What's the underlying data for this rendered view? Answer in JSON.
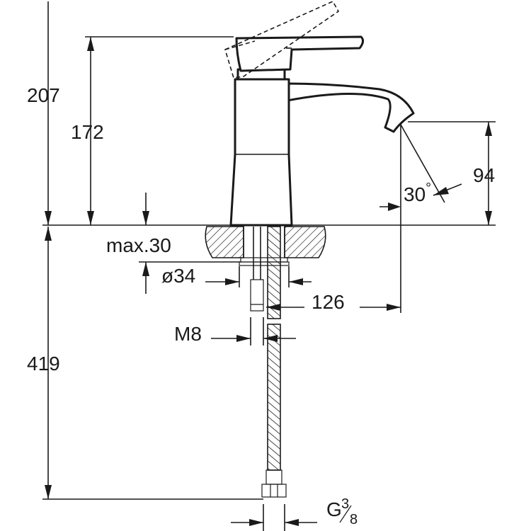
{
  "dimensions": {
    "total_height": "207",
    "spout_height": "172",
    "spout_outlet_height": "94",
    "spout_angle": "30",
    "angle_unit": "°",
    "max_deck": "max.30",
    "hole_diameter": "ø34",
    "spout_reach": "126",
    "thread": "M8",
    "hose_length": "419",
    "connection_main": "G",
    "connection_num": "3",
    "connection_den": "8"
  }
}
